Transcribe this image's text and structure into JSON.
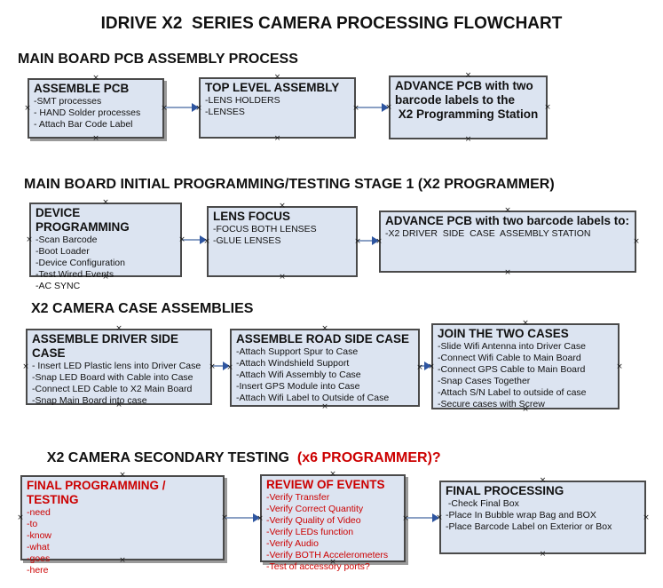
{
  "title": "IDRIVE X2  SERIES CAMERA PROCESSING FLOWCHART",
  "colors": {
    "box_fill": "#dce4f1",
    "box_border": "#4a4a4a",
    "red_text": "#cc0000",
    "arrow_line": "#8aa0c4",
    "arrow_head": "#2e55a0"
  },
  "sections": [
    {
      "heading": "MAIN BOARD PCB ASSEMBLY PROCESS",
      "boxes": [
        {
          "title": "ASSEMBLE PCB",
          "items": [
            "-SMT processes",
            "- HAND Solder processes",
            "- Attach Bar Code Label"
          ]
        },
        {
          "title": "TOP LEVEL ASSEMBLY",
          "items": [
            "-LENS HOLDERS",
            "-LENSES"
          ]
        },
        {
          "title": "ADVANCE PCB with two\nbarcode labels to the\n X2 Programming Station",
          "items": []
        }
      ]
    },
    {
      "heading": "MAIN BOARD INITIAL PROGRAMMING/TESTING STAGE 1 (X2 PROGRAMMER)",
      "boxes": [
        {
          "title": "DEVICE PROGRAMMING",
          "items": [
            "-Scan Barcode",
            "-Boot Loader",
            "-Device Configuration",
            "-Test Wired Events",
            "-AC SYNC"
          ]
        },
        {
          "title": "LENS FOCUS",
          "items": [
            "-FOCUS BOTH LENSES",
            "-GLUE LENSES"
          ]
        },
        {
          "title": "ADVANCE PCB with two barcode labels to:",
          "items": [
            "-X2 DRIVER  SIDE  CASE  ASSEMBLY STATION"
          ]
        }
      ]
    },
    {
      "heading": "X2 CAMERA CASE ASSEMBLIES",
      "boxes": [
        {
          "title": "ASSEMBLE DRIVER SIDE CASE",
          "items": [
            "- Insert LED Plastic lens into Driver Case",
            "-Snap LED Board with Cable into Case",
            "-Connect LED Cable to X2 Main Board",
            "-Snap Main Board into case"
          ]
        },
        {
          "title": "ASSEMBLE ROAD SIDE CASE",
          "items": [
            "-Attach Support Spur to Case",
            "-Attach Windshield Support",
            "-Attach Wifi Assembly to Case",
            "-Insert GPS Module into Case",
            "-Attach Wifi Label to Outside of Case"
          ]
        },
        {
          "title": "JOIN THE TWO CASES",
          "items": [
            "-Slide Wifi Antenna into Driver Case",
            "-Connect Wifi Cable to Main Board",
            "-Connect GPS Cable to Main Board",
            "-Snap Cases Together",
            "-Attach S/N Label to outside of case",
            "-Secure cases with Screw"
          ]
        }
      ]
    },
    {
      "heading": "X2 CAMERA SECONDARY TESTING",
      "heading_red": "  (x6 PROGRAMMER)?",
      "boxes": [
        {
          "title": "FINAL PROGRAMMING / TESTING",
          "items": [
            "-need",
            "-to",
            "-know",
            "-what",
            "-goes",
            "-here"
          ]
        },
        {
          "title": "REVIEW OF EVENTS",
          "items": [
            "-Verify Transfer",
            "-Verify Correct Quantity",
            "-Verify Quality of Video",
            "-Verify LEDs function",
            "-Verify Audio",
            "-Verify BOTH Accelerometers",
            "-Test of accessory ports?"
          ]
        },
        {
          "title": "FINAL PROCESSING",
          "items": [
            " -Check Final Box",
            "-Place In Bubble wrap Bag and BOX",
            "-Place Barcode Label on Exterior or Box"
          ]
        }
      ]
    }
  ]
}
